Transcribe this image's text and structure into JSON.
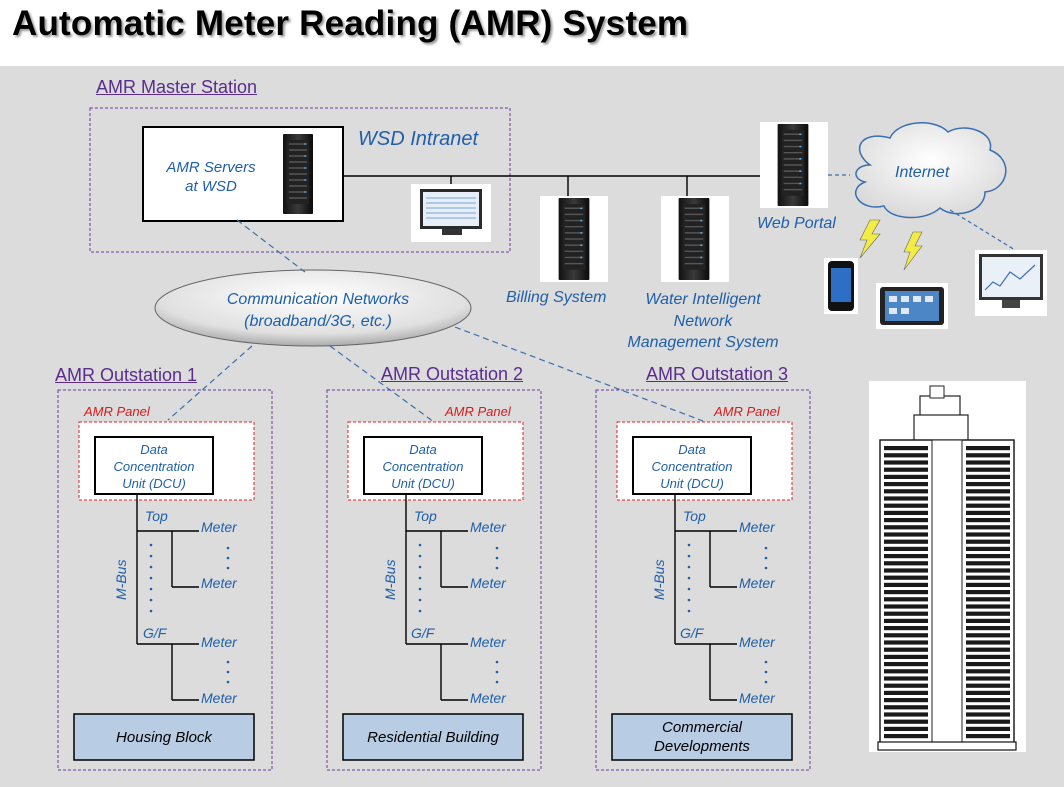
{
  "title": "Automatic Meter Reading (AMR) System",
  "master": {
    "label": "AMR Master Station",
    "servers_line1": "AMR Servers",
    "servers_line2": "at WSD",
    "intranet": "WSD Intranet"
  },
  "internet": "Internet",
  "web_portal": "Web Portal",
  "billing": "Billing System",
  "wintelligent": [
    "Water Intelligent",
    "Network",
    "Management System"
  ],
  "comm": [
    "Communication Networks",
    "(broadband/3G, etc.)"
  ],
  "outstations": [
    {
      "label": "AMR Outstation 1",
      "panel": "AMR Panel",
      "dcu": [
        "Data",
        "Concentration",
        "Unit (DCU)"
      ],
      "bus": "M-Bus",
      "top": "Top",
      "gf": "G/F",
      "meter": "Meter",
      "footer": [
        "Housing Block"
      ]
    },
    {
      "label": "AMR Outstation 2",
      "panel": "AMR Panel",
      "dcu": [
        "Data",
        "Concentration",
        "Unit (DCU)"
      ],
      "bus": "M-Bus",
      "top": "Top",
      "gf": "G/F",
      "meter": "Meter",
      "footer": [
        "Residential Building"
      ]
    },
    {
      "label": "AMR Outstation 3",
      "panel": "AMR Panel",
      "dcu": [
        "Data",
        "Concentration",
        "Unit (DCU)"
      ],
      "bus": "M-Bus",
      "top": "Top",
      "gf": "G/F",
      "meter": "Meter",
      "footer": [
        "Commercial",
        "Developments"
      ]
    }
  ],
  "colors": {
    "label_blue": "#1f5faa",
    "outstation_purple": "#5b2c8e",
    "panel_red": "#d41c1c",
    "background": "#dcdcdc"
  }
}
